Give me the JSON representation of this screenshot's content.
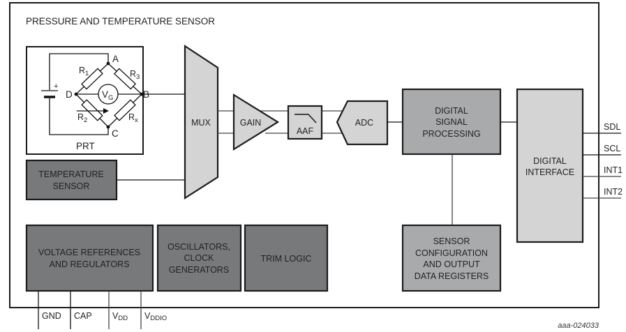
{
  "title": "PRESSURE AND TEMPERATURE SENSOR",
  "figure_id": "aaa-024033",
  "colors": {
    "dark_block": "#77797b",
    "mid_block": "#a9aaac",
    "light_block": "#d4d4d5",
    "border": "#1b1b1b"
  },
  "prt": {
    "label": "PRT",
    "nodes": {
      "a": "A",
      "b": "B",
      "c": "C",
      "d": "D"
    },
    "resistors": {
      "r1": {
        "main": "R",
        "sub": "1"
      },
      "r2": {
        "main": "R",
        "sub": "2"
      },
      "r3": {
        "main": "R",
        "sub": "3"
      },
      "rx": {
        "main": "R",
        "sub": "x"
      }
    },
    "vg": {
      "main": "V",
      "sub": "G"
    },
    "battery_plus": "+"
  },
  "blocks": {
    "temperature_sensor": [
      "TEMPERATURE",
      "SENSOR"
    ],
    "mux": "MUX",
    "gain": "GAIN",
    "aaf": "AAF",
    "adc": "ADC",
    "dsp": [
      "DIGITAL",
      "SIGNAL",
      "PROCESSING"
    ],
    "digital_interface": [
      "DIGITAL",
      "INTERFACE"
    ],
    "sensor_config": [
      "SENSOR",
      "CONFIGURATION",
      "AND OUTPUT",
      "DATA REGISTERS"
    ],
    "voltage_refs": [
      "VOLTAGE REFERENCES",
      "AND REGULATORS"
    ],
    "oscillators": [
      "OSCILLATORS,",
      "CLOCK",
      "GENERATORS"
    ],
    "trim_logic": "TRIM LOGIC"
  },
  "pins_right": [
    "SDL",
    "SCL",
    "INT1",
    "INT2"
  ],
  "pins_bottom": {
    "gnd": "GND",
    "cap": "CAP",
    "vdd": {
      "main": "V",
      "sub": "DD"
    },
    "vddio": {
      "main": "V",
      "sub": "DDIO"
    }
  }
}
